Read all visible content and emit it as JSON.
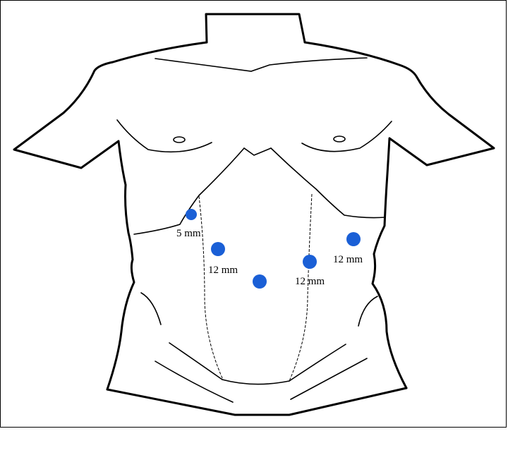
{
  "colors": {
    "port": "#1a5fd6",
    "outline": "#000000",
    "background": "#ffffff"
  },
  "ports": [
    {
      "id": "port-5mm-right-subcostal",
      "label": "5 mm"
    },
    {
      "id": "port-12mm-right",
      "label": "12 mm"
    },
    {
      "id": "port-umbilical",
      "label": ""
    },
    {
      "id": "port-12mm-left-medial",
      "label": "12 mm"
    },
    {
      "id": "port-12mm-left-lateral",
      "label": "12 mm"
    }
  ]
}
